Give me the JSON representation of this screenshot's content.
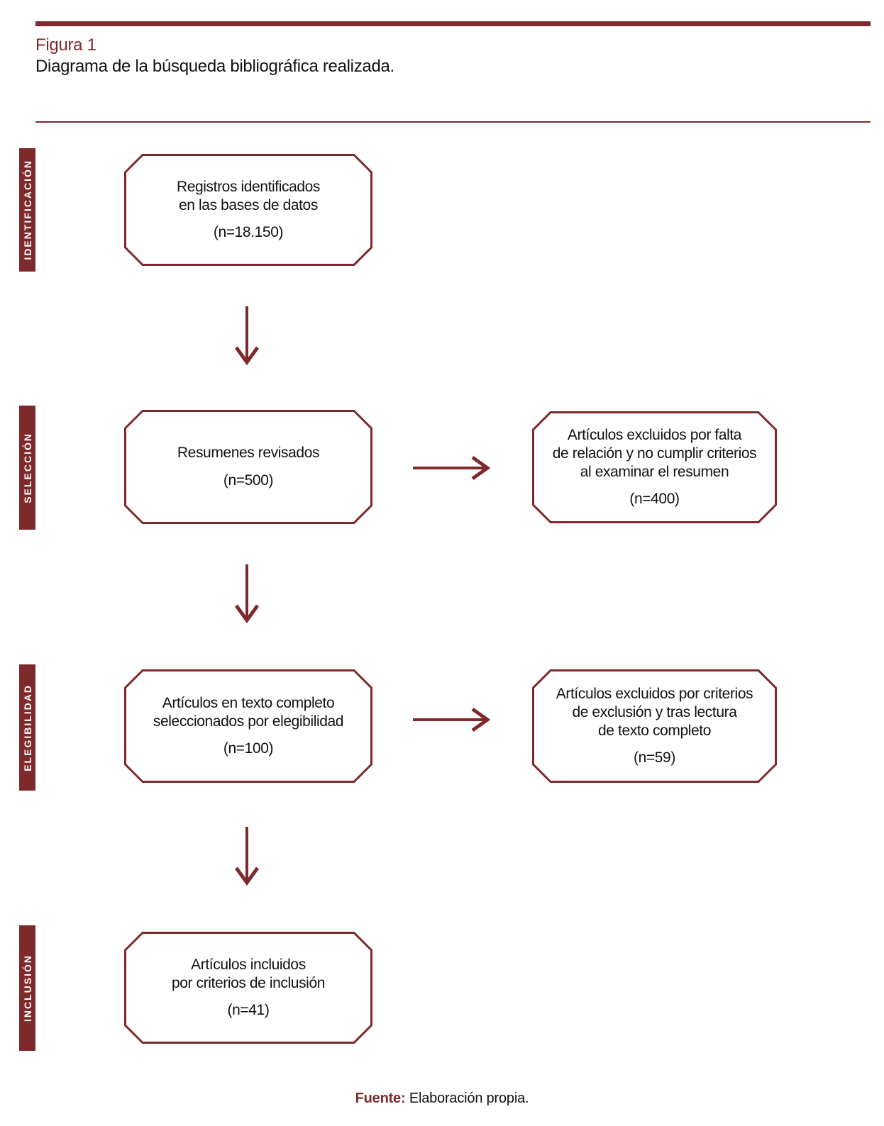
{
  "colors": {
    "accent": "#7E292B"
  },
  "header": {
    "figure_label": "Figura 1",
    "title": "Diagrama de la búsqueda bibliográfica realizada."
  },
  "stages": [
    {
      "label": "IDENTIFICACIÓN"
    },
    {
      "label": "SELECCIÓN"
    },
    {
      "label": "ELEGIBILIDAD"
    },
    {
      "label": "INCLUSIÓN"
    }
  ],
  "boxes": {
    "identification": {
      "lines": [
        "Registros identificados",
        "en las bases de datos"
      ],
      "count": "(n=18.150)"
    },
    "screening": {
      "lines": [
        "Resumenes revisados"
      ],
      "count": "(n=500)"
    },
    "screening_excluded": {
      "lines": [
        "Artículos excluidos por falta",
        "de relación y no cumplir criterios",
        "al examinar el resumen"
      ],
      "count": "(n=400)"
    },
    "eligibility": {
      "lines": [
        "Artículos en texto completo",
        "seleccionados por elegibilidad"
      ],
      "count": "(n=100)"
    },
    "eligibility_excluded": {
      "lines": [
        "Artículos excluidos por criterios",
        "de exclusión y tras lectura",
        "de texto completo"
      ],
      "count": "(n=59)"
    },
    "included": {
      "lines": [
        "Artículos incluidos",
        "por criterios de inclusión"
      ],
      "count": "(n=41)"
    }
  },
  "footer": {
    "label": "Fuente:",
    "text": "Elaboración propia."
  }
}
